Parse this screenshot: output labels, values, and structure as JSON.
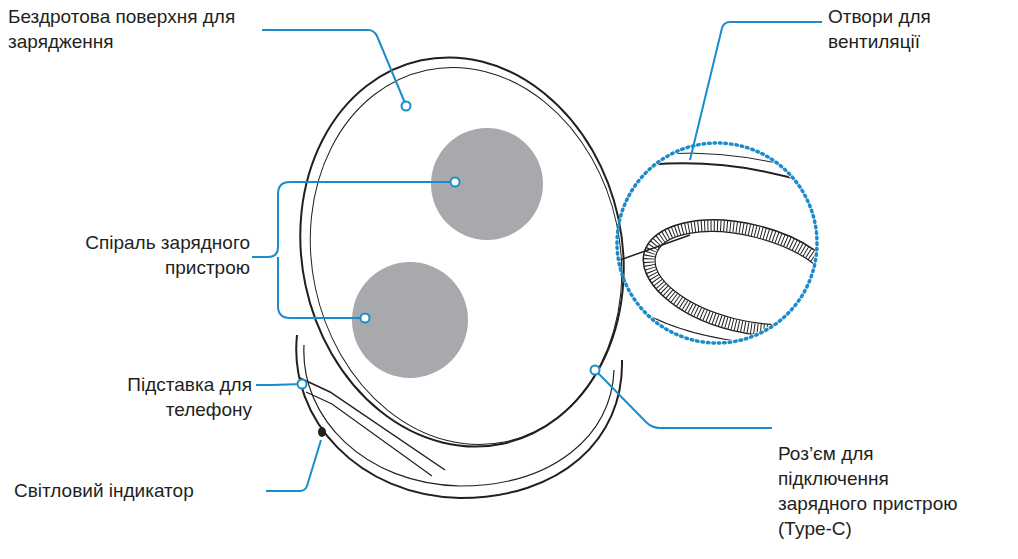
{
  "diagram": {
    "labels": [
      "Бездротова поверхня для зарядження",
      "Отвори для вентиляції",
      "Спіраль зарядного пристрою",
      "Підставка для телефону",
      "Світловий індикатор",
      "Роз’єм для підключення зарядного пристрою (Type-C)"
    ]
  }
}
